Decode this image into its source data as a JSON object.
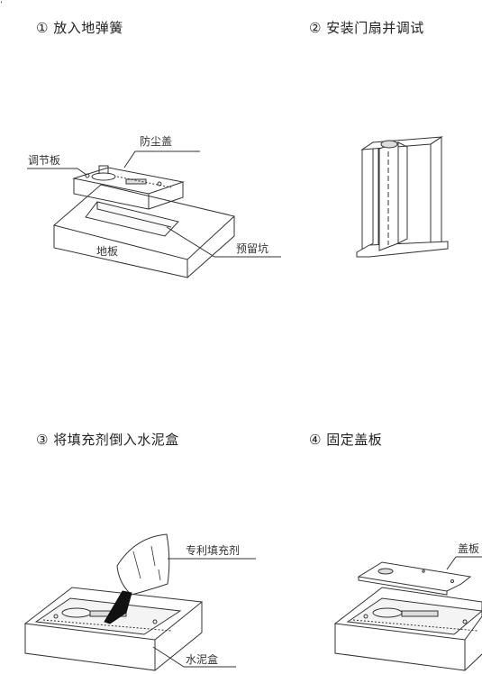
{
  "corner_mark": "'",
  "steps": [
    {
      "title": "① 放入地弹簧",
      "labels": {
        "dust_cover": "防尘盖",
        "adjust_plate": "调节板",
        "floor": "地板",
        "pit": "预留坑"
      }
    },
    {
      "title": "② 安装门扇并调试"
    },
    {
      "title": "③ 将填充剂倒入水泥盒",
      "labels": {
        "filler": "专利填充剂",
        "cement_box": "水泥盒"
      }
    },
    {
      "title": "④ 固定盖板",
      "labels": {
        "cover_plate": "盖板"
      }
    }
  ]
}
